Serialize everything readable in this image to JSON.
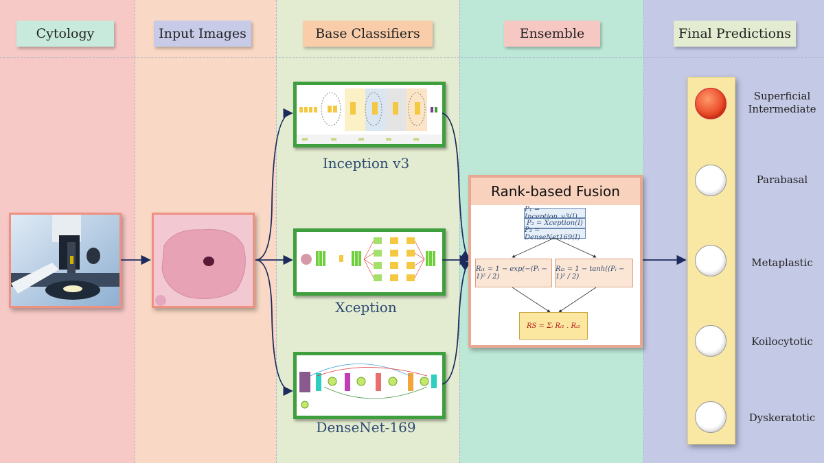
{
  "headers": {
    "cytology": "Cytology",
    "input_images": "Input Images",
    "base_classifiers": "Base Classifiers",
    "ensemble": "Ensemble",
    "final_predictions": "Final Predictions"
  },
  "models": [
    {
      "label": "Inception v3"
    },
    {
      "label": "Xception"
    },
    {
      "label": "DenseNet-169"
    }
  ],
  "fusion": {
    "title": "Rank-based Fusion",
    "p1": "P₁ = Inception_v3(I)",
    "p2": "P₂ = Xception(I)",
    "p3": "P₃ = DenseNet169(I)",
    "r1": "Rᵢ₁ = 1 − exp(−(Pᵢ − 1)² / 2)",
    "r2": "Rᵢ₂ = 1 − tanh((Pᵢ − 1)² / 2)",
    "rs": "RS = Σᵢ Rᵢ₁ . Rᵢ₂"
  },
  "predictions": [
    {
      "label": "Superficial Intermediate",
      "active": true
    },
    {
      "label": "Parabasal",
      "active": false
    },
    {
      "label": "Metaplastic",
      "active": false
    },
    {
      "label": "Koilocytotic",
      "active": false
    },
    {
      "label": "Dyskeratotic",
      "active": false
    }
  ],
  "colors": {
    "arrow": "#1c2a5c",
    "model_border": "#3f9f3f",
    "active_prediction": "#e53a1a"
  }
}
